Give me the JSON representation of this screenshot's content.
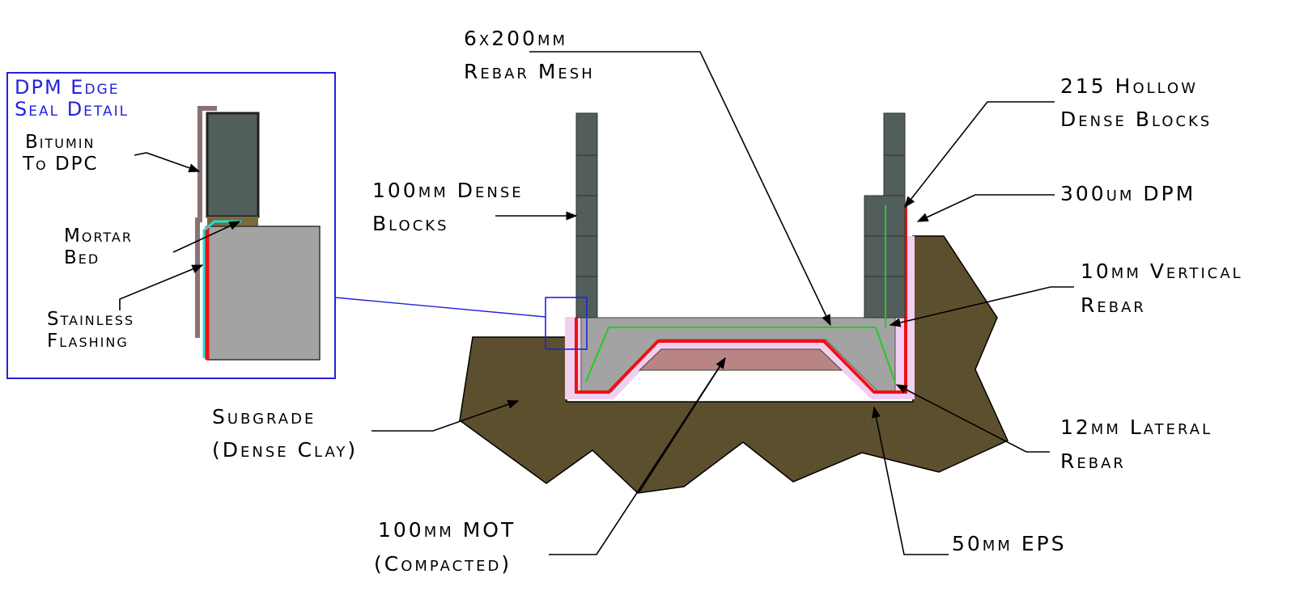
{
  "colors": {
    "subgrade": "#5c4f2e",
    "block": "#525e5b",
    "concrete": "#a3a3a3",
    "mot": "#b88484",
    "eps": "#f2cff0",
    "dpm": "#ee1111",
    "rebar": "#22cc22",
    "detail_frame": "#2222dd",
    "flashing": "#22dddd",
    "bitumin": "#8a7272",
    "mortar": "#7a6a3a"
  },
  "detail": {
    "title_line1": "DPM Edge",
    "title_line2": "Seal Detail",
    "bitumin_line1": "Bitumin",
    "bitumin_line2": "To DPC",
    "mortar_line1": "Mortar",
    "mortar_line2": "Bed",
    "flashing_line1": "Stainless",
    "flashing_line2": "Flashing"
  },
  "labels": {
    "mesh_line1": "6x200mm",
    "mesh_line2": "Rebar Mesh",
    "hollow_line1": "215 Hollow",
    "hollow_line2": "Dense Blocks",
    "dpm": "300um DPM",
    "dense_line1": "100mm Dense",
    "dense_line2": "Blocks",
    "vertical_line1": "10mm Vertical",
    "vertical_line2": "Rebar",
    "subgrade_line1": "Subgrade",
    "subgrade_line2": "(Dense Clay)",
    "lateral_line1": "12mm Lateral",
    "lateral_line2": "Rebar",
    "mot_line1": "100mm MOT",
    "mot_line2": "(Compacted)",
    "eps": "50mm EPS"
  }
}
